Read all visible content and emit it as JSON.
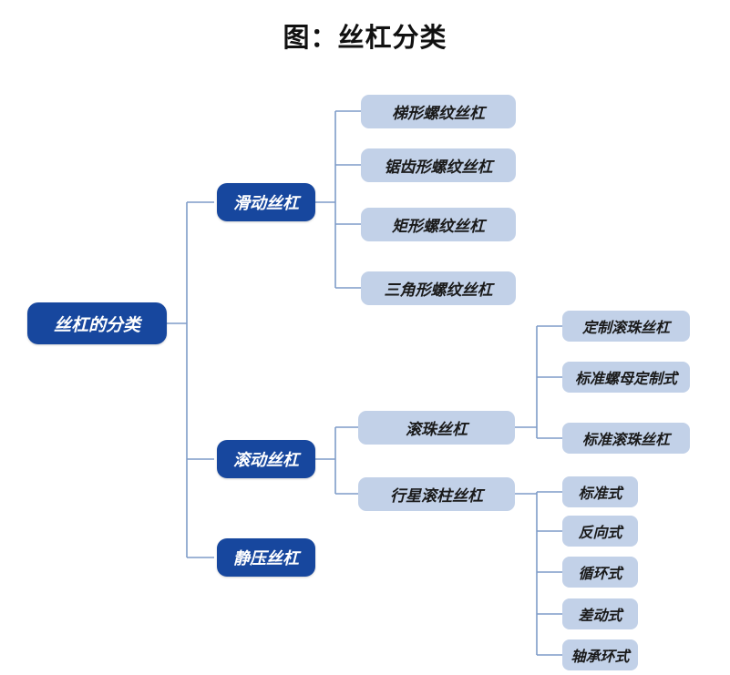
{
  "title": "图：丝杠分类",
  "colors": {
    "root_fill": "#17479e",
    "branch_fill": "#17479e",
    "leaf_fill": "#c2d1e8",
    "connector": "#7f9cc8",
    "page_background": "#ffffff",
    "title_text": "#111111",
    "leaf_text": "#1a1a1a",
    "branch_text": "#ffffff"
  },
  "diagram": {
    "type": "mind-map",
    "orientation": "left-to-right",
    "root": {
      "label": "丝杠的分类"
    },
    "branches": [
      {
        "label": "滑动丝杠",
        "children": [
          {
            "label": "梯形螺纹丝杠"
          },
          {
            "label": "锯齿形螺纹丝杠"
          },
          {
            "label": "矩形螺纹丝杠"
          },
          {
            "label": "三角形螺纹丝杠"
          }
        ]
      },
      {
        "label": "滚动丝杠",
        "children": [
          {
            "label": "滚珠丝杠",
            "children": [
              {
                "label": "定制滚珠丝杠"
              },
              {
                "label": "标准螺母定制式"
              },
              {
                "label": "标准滚珠丝杠"
              }
            ]
          },
          {
            "label": "行星滚柱丝杠",
            "children": [
              {
                "label": "标准式"
              },
              {
                "label": "反向式"
              },
              {
                "label": "循环式"
              },
              {
                "label": "差动式"
              },
              {
                "label": "轴承环式"
              }
            ]
          }
        ]
      },
      {
        "label": "静压丝杠",
        "children": []
      }
    ]
  }
}
